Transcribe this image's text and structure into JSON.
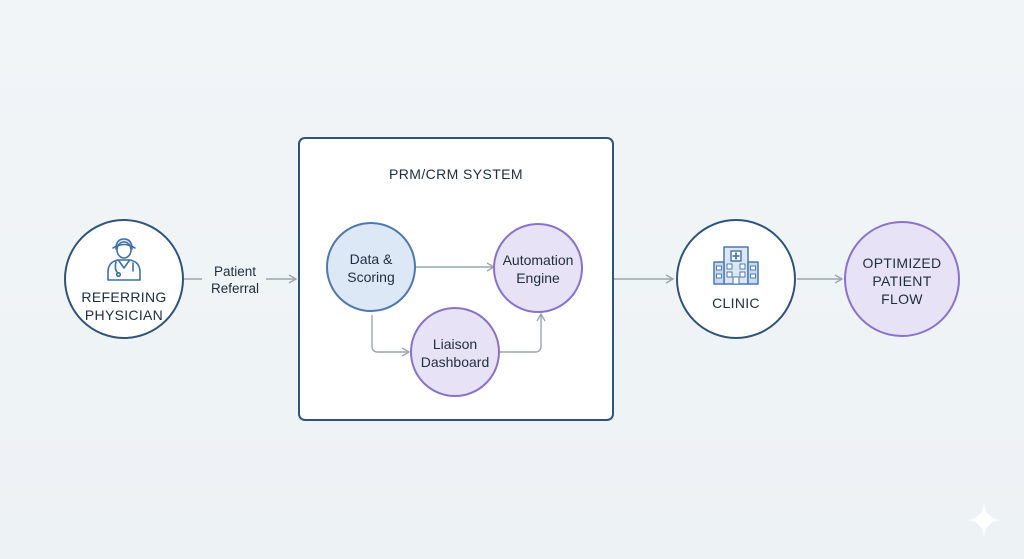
{
  "system_box": {
    "title": "PRM/CRM SYSTEM"
  },
  "nodes": {
    "referring_physician": {
      "label": "REFERRING\nPHYSICIAN",
      "icon": "doctor-icon"
    },
    "data_scoring": {
      "label": "Data &\nScoring"
    },
    "automation_engine": {
      "label": "Automation\nEngine"
    },
    "liaison_dashboard": {
      "label": "Liaison\nDashboard"
    },
    "clinic": {
      "label": "CLINIC",
      "icon": "hospital-icon"
    },
    "optimized_patient_flow": {
      "label": "OPTIMIZED\nPATIENT\nFLOW"
    }
  },
  "edges": {
    "referral": {
      "label": "Patient\nReferral"
    }
  },
  "colors": {
    "navy_stroke": "#2f5379",
    "blue_fill": "#dde8f7",
    "blue_stroke": "#4f78ad",
    "purple_fill": "#e7e2f5",
    "purple_stroke": "#8a72c8",
    "arrow": "#9aa6b0"
  }
}
